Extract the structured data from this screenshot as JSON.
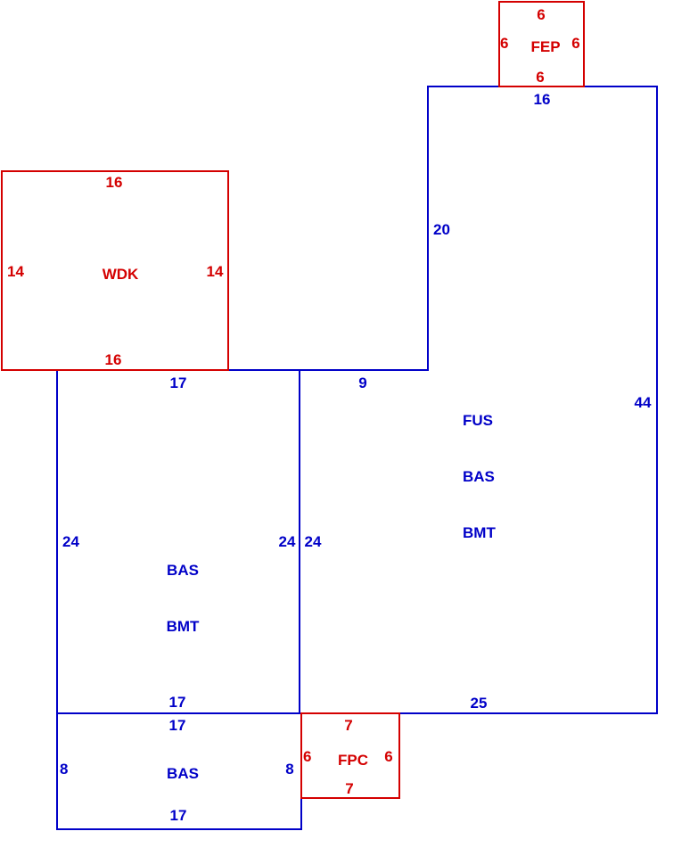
{
  "colors": {
    "red": "#d40000",
    "blue": "#0000c8"
  },
  "areas": {
    "fep": {
      "label": "FEP",
      "dim_top": "6",
      "dim_left": "6",
      "dim_right": "6",
      "dim_bottom": "6"
    },
    "fus": {
      "line1": "FUS",
      "line2": "BAS",
      "line3": "BMT",
      "dim_top": "16",
      "dim_left": "20",
      "dim_right": "44",
      "dim_notch": "9",
      "dim_bottom": "25"
    },
    "wdk": {
      "label": "WDK",
      "dim_top": "16",
      "dim_left": "14",
      "dim_right": "14",
      "dim_bottom": "16"
    },
    "basbmt": {
      "line1": "BAS",
      "line2": "BMT",
      "dim_top": "17",
      "dim_left": "24",
      "dim_right_inner": "24",
      "dim_right_outer": "24",
      "dim_bottom": "17"
    },
    "bas": {
      "label": "BAS",
      "dim_top": "17",
      "dim_left": "8",
      "dim_right": "8",
      "dim_bottom": "17"
    },
    "fpc": {
      "label": "FPC",
      "dim_top": "7",
      "dim_left": "6",
      "dim_right": "6",
      "dim_bottom": "7"
    }
  }
}
